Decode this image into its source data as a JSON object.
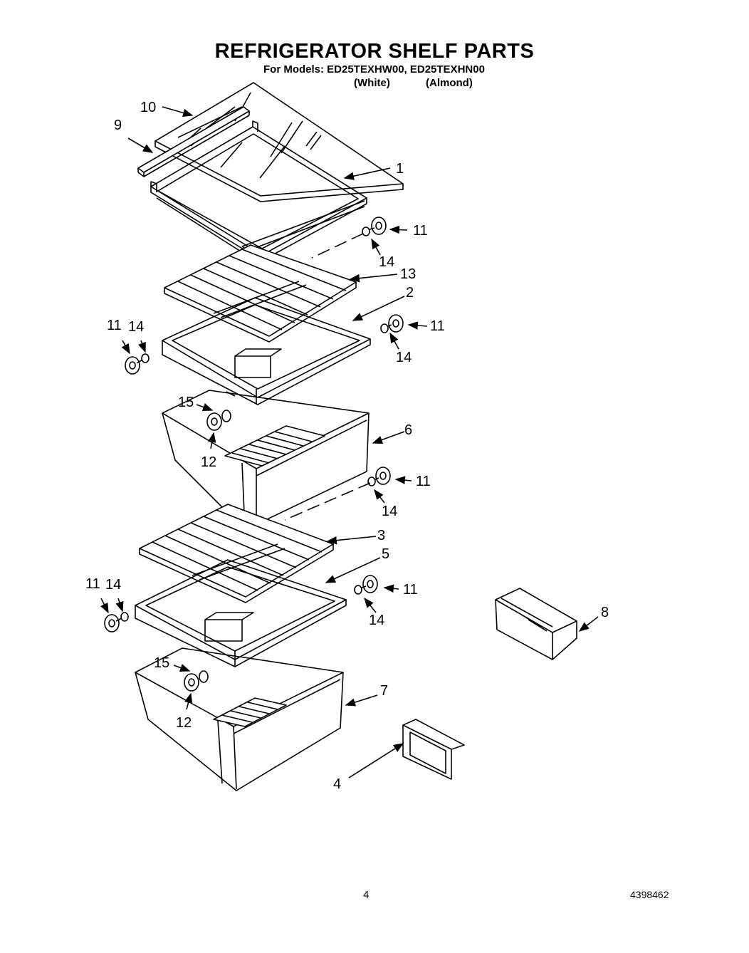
{
  "header": {
    "title": "REFRIGERATOR SHELF PARTS",
    "models_line": "For Models: ED25TEXHW00, ED25TEXHN00",
    "variant_white": "(White)",
    "variant_almond": "(Almond)"
  },
  "footer": {
    "page_number": "4",
    "document_number": "4398462"
  },
  "callouts": {
    "c1": "1",
    "c2": "2",
    "c3": "3",
    "c4": "4",
    "c5": "5",
    "c6": "6",
    "c7": "7",
    "c8": "8",
    "c9": "9",
    "c10": "10",
    "c11a": "11",
    "c11b": "11",
    "c11c": "11",
    "c11d": "11",
    "c11e": "11",
    "c11f": "11",
    "c12a": "12",
    "c12b": "12",
    "c13": "13",
    "c14a": "14",
    "c14b": "14",
    "c14c": "14",
    "c14d": "14",
    "c14e": "14",
    "c14f": "14",
    "c15a": "15",
    "c15b": "15"
  }
}
